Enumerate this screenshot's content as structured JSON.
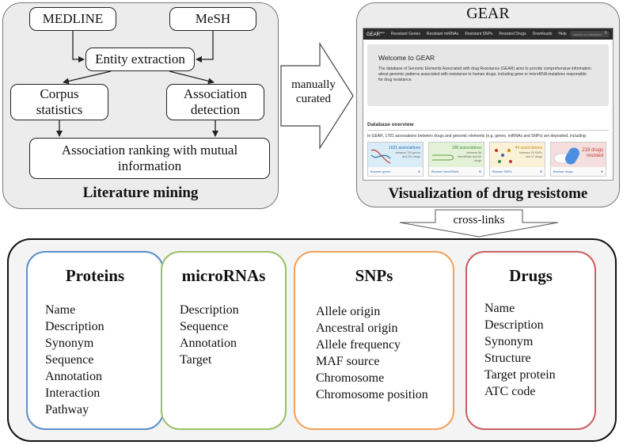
{
  "literature_mining": {
    "caption": "Literature mining",
    "medline": "MEDLINE",
    "mesh": "MeSH",
    "entity_extraction": "Entity extraction",
    "corpus_statistics": [
      "Corpus",
      "statistics"
    ],
    "association_detection": [
      "Association",
      "detection"
    ],
    "association_ranking": [
      "Association ranking with mutual",
      "information"
    ]
  },
  "transfer_arrow": {
    "label": [
      "manually",
      "curated"
    ]
  },
  "gear": {
    "title": "GEAR",
    "caption": "Visualization of drug resistome",
    "navbar": {
      "brand": "GEAR",
      "brand_sup": "beta",
      "items": [
        "Resistant Genes",
        "Resistant miRNAs",
        "Resistant SNPs",
        "Resisted Drugs",
        "Downloads",
        "Help"
      ],
      "search_placeholder": "search our database"
    },
    "welcome": {
      "title": "Welcome to GEAR",
      "description": "The database of Genomic Elements Associated with drug Resistance (GEAR) aims to provide comprehensive information about genomic patterns associated with resistance to human drugs, including gene or microRNA mutations responsible for drug resistance."
    },
    "overview": {
      "heading": "Database overview",
      "description": "In GEAR, 1781 associations between drugs and genomic elements (e.g. genes, miRNAs and SNPs) are deposited, including:",
      "cards": [
        {
          "count": "1631 associations",
          "desc": "between 700 genes and 201 drugs",
          "link": "Browse genes",
          "color": "#d9ecf7",
          "accent": "#2a6bb0"
        },
        {
          "count": "108 associations",
          "desc": "between 58 microRNAs and 50 drugs",
          "link": "Browse microRNAs",
          "color": "#e3f1d6",
          "accent": "#3d8b3d"
        },
        {
          "count": "44 associations",
          "desc": "between 20 SNPs and 17 drugs",
          "link": "Browse SNPs",
          "color": "#fbf1d6",
          "accent": "#c28a1a"
        },
        {
          "count": "218 drugs resisted",
          "desc": "",
          "link": "Browse drugs",
          "color": "#f5dede",
          "accent": "#c0392b"
        }
      ],
      "info_glyph": "⊕"
    }
  },
  "cross_links": {
    "label": "cross-links"
  },
  "databases": [
    {
      "title": "Proteins",
      "color": "#5b8fc9",
      "fields": [
        "Name",
        "Description",
        "Synonym",
        "Sequence",
        "Annotation",
        "Interaction",
        "Pathway"
      ]
    },
    {
      "title": "microRNAs",
      "color": "#9cc068",
      "fields": [
        "Description",
        "Sequence",
        "Annotation",
        "Target"
      ]
    },
    {
      "title": "SNPs",
      "color": "#f2a25a",
      "fields": [
        "Allele origin",
        "Ancestral origin",
        "Allele frequency",
        "MAF source",
        "Chromosome",
        "Chromosome position"
      ]
    },
    {
      "title": "Drugs",
      "color": "#c96060",
      "fields": [
        "Name",
        "Description",
        "Synonym",
        "Structure",
        "Target protein",
        "ATC code"
      ]
    }
  ]
}
